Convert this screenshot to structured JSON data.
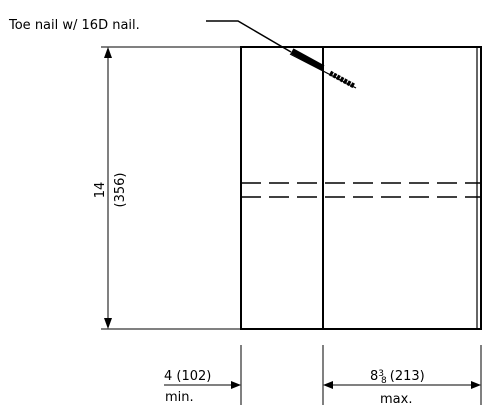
{
  "callout": {
    "text": "Toe nail w/ 16D nail."
  },
  "dimensions": {
    "height": {
      "value": "14",
      "metric": "(356)"
    },
    "left_width": {
      "value": "4 (102)",
      "note": "min."
    },
    "right_width": {
      "whole": "8",
      "fraction_top": "3",
      "fraction_bottom": "8",
      "metric": "(213)",
      "note": "max."
    }
  },
  "colors": {
    "line": "#000000",
    "background": "#ffffff"
  }
}
